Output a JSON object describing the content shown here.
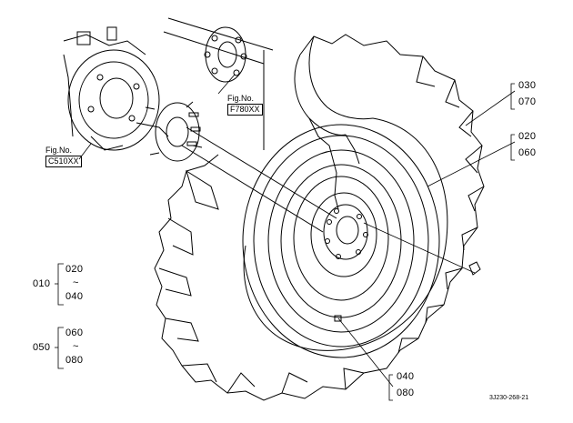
{
  "figure_refs": {
    "c510": {
      "title": "Fig.No.",
      "code": "C510XX"
    },
    "f780": {
      "title": "Fig.No.",
      "code": "F780XX"
    }
  },
  "callouts": {
    "c030": "030",
    "c070": "070",
    "c020": "020",
    "c060": "060",
    "c040": "040",
    "c080": "080"
  },
  "groups": {
    "g010": {
      "label": "010",
      "from": "020",
      "to": "040"
    },
    "g050": {
      "label": "050",
      "from": "060",
      "to": "080"
    },
    "tilde": "~"
  },
  "drawing_code": "3J230-268-21"
}
